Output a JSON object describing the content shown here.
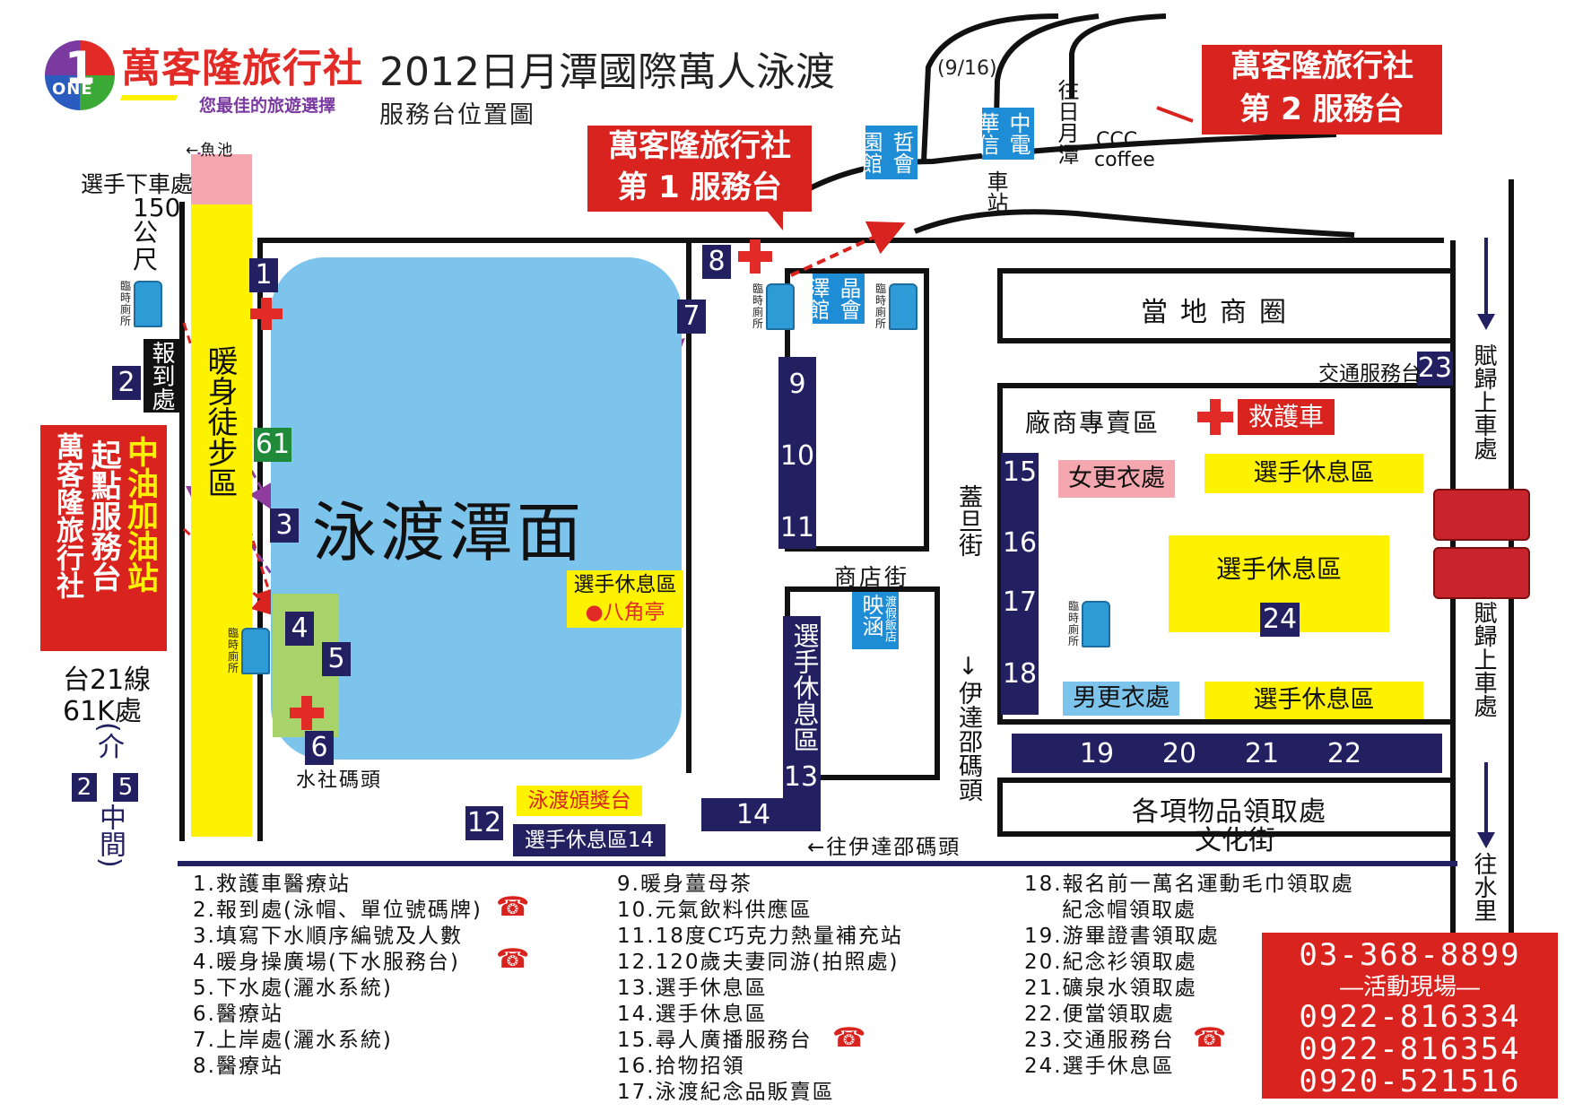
{
  "header": {
    "brand": "萬客隆旅行社",
    "slogan": "您最佳的旅遊選擇",
    "logo_text": "ONE",
    "logo_number": "1",
    "title": "2012日月潭國際萬人泳渡",
    "date": "(9/16)",
    "subtitle": "服務台位置圖"
  },
  "callouts": {
    "desk1_line1": "萬客隆旅行社",
    "desk1_line2": "第 1 服務台",
    "desk2_line1": "萬客隆旅行社",
    "desk2_line2": "第 2 服務台",
    "start_brand": "萬客隆旅行社",
    "start_label": "起點服務台",
    "gas_station": "中油加油站"
  },
  "places": {
    "fish_pond": "←魚池",
    "dropoff": "選手下車處",
    "dropoff_dist": "150",
    "dropoff_unit": "公尺",
    "registration": "報到處",
    "warmup": "暖身徒步區",
    "lake": "泳渡潭面",
    "rest_area_lake": "選手休息區",
    "pavilion": "●八角亭",
    "shuishe_pier": "水社碼頭",
    "award_stage": "泳渡頒獎台",
    "rest_area_14": "選手休息區14",
    "to_yidashao": "←往伊達邵碼頭",
    "gaidan_street": "蓋旦街",
    "to_yidashao_v": "↓伊達邵碼頭",
    "shop_street": "商店街",
    "yinhan_name": "映涵",
    "yinhan_type": "渡假飯店",
    "jinghui": "晶會澤館",
    "zhehui": "哲會園館",
    "cht": "中電華信",
    "to_station": "往日月潭",
    "station": "車站",
    "coffee_1": "CCC",
    "coffee_2": "coffee",
    "local_shops": "當地商圈",
    "traffic_desk": "交通服務台",
    "vendor_area": "廠商專賣區",
    "ambulance": "救護車",
    "women_changing": "女更衣處",
    "men_changing": "男更衣處",
    "rest_area_a": "選手休息區",
    "rest_area_b": "選手休息區",
    "rest_area_c": "選手休息區",
    "items_pickup": "各項物品領取處",
    "culture_street": "文化街",
    "rest_area_v13": "選手休息區",
    "bus_return_1": "賦歸上車處",
    "bus_return_2": "賦歸上車處",
    "to_shuili": "往水里",
    "highway": "台21線",
    "highway_km": "61K處",
    "between_open": "(介",
    "between_a": "2",
    "between_b": "5",
    "between_close": "中間)",
    "toilet": "臨時廁所",
    "marker_61": "61"
  },
  "markers": [
    "1",
    "2",
    "3",
    "4",
    "5",
    "6",
    "7",
    "8",
    "9",
    "10",
    "11",
    "12",
    "13",
    "14",
    "15",
    "16",
    "17",
    "18",
    "19",
    "20",
    "21",
    "22",
    "23",
    "24"
  ],
  "legend_col1": [
    "1.救護車醫療站",
    "2.報到處(泳帽、單位號碼牌)",
    "3.填寫下水順序編號及人數",
    "4.暖身操廣場(下水服務台)",
    "5.下水處(灑水系統)",
    "6.醫療站",
    "7.上岸處(灑水系統)",
    "8.醫療站"
  ],
  "legend_col2": [
    "9.暖身薑母茶",
    "10.元氣飲料供應區",
    "11.18度C巧克力熱量補充站",
    "12.120歲夫妻同游(拍照處)",
    "13.選手休息區",
    "14.選手休息區",
    "15.尋人廣播服務台",
    "16.拾物招領",
    "17.泳渡紀念品販賣區"
  ],
  "legend_col3": [
    "18.報名前一萬名運動毛巾領取處",
    "紀念帽領取處",
    "19.游畢證書領取處",
    "20.紀念衫領取處",
    "21.礦泉水領取處",
    "22.便當領取處",
    "23.交通服務台",
    "24.選手休息區"
  ],
  "contact": {
    "phone_1": "03-368-8899",
    "label": "—活動現場—",
    "phone_2": "0922-816334",
    "phone_3": "0922-816354",
    "phone_4": "0920-521516"
  },
  "colors": {
    "red": "#d9231f",
    "navy": "#232062",
    "lake": "#7dc4ec",
    "yellow": "#fff200",
    "warmup_green": "#a8d36b"
  }
}
